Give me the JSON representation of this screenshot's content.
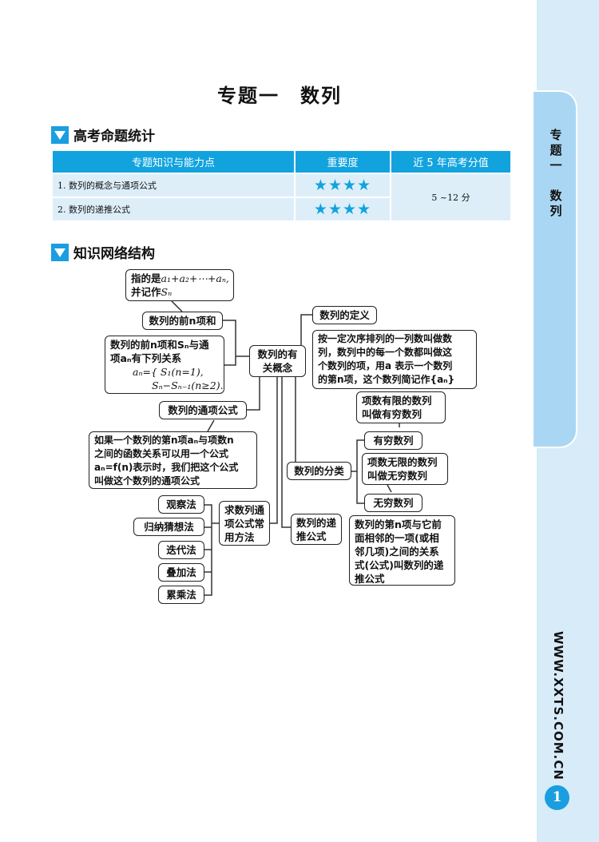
{
  "page_title": "专题一　数列",
  "side_tab": [
    "专",
    "题",
    "一",
    "",
    "数",
    "列"
  ],
  "website": "WWW.XXTS.COM.CN",
  "page_number": "1",
  "section1": {
    "heading": "高考命题统计",
    "headers": [
      "专题知识与能力点",
      "重要度",
      "近 5 年高考分值"
    ],
    "rows": [
      {
        "topic": "1. 数列的概念与通项公式",
        "stars": "★★★★",
        "rating": 4
      },
      {
        "topic": "2. 数列的递推公式",
        "stars": "★★★★",
        "rating": 4
      }
    ],
    "score": "5 ~12 分"
  },
  "section2": {
    "heading": "知识网络结构"
  },
  "map": {
    "sum_def_1": "指的是",
    "sum_def_formula": "a₁+a₂+⋯+aₙ,",
    "sum_def_2": "并记作",
    "sum_def_sym": "Sₙ",
    "partial_sum": "数列的前n项和",
    "relation_1": "数列的前n项和Sₙ与通",
    "relation_2": "项aₙ有下列关系",
    "relation_f1": "aₙ={ S₁(n=1),",
    "relation_f2": "Sₙ−Sₙ₋₁(n≥2).",
    "center": "数列的有关概念",
    "general_term": "数列的通项公式",
    "general_def": [
      "如果一个数列的第n项aₙ与项数n",
      "之间的函数关系可以用一个公式",
      "aₙ=f(n)表示时，我们把这个公式",
      "叫做这个数列的通项公式"
    ],
    "definition": "数列的定义",
    "definition_text": [
      "按一定次序排列的一列数叫做数",
      "列，数列中的每一个数都叫做这",
      "个数列的项，用a 表示一个数列",
      "的第n项，这个数列简记作{aₙ}"
    ],
    "finite_def": [
      "项数有限的数列",
      "叫做有穷数列"
    ],
    "finite": "有穷数列",
    "infinite_def": [
      "项数无限的数列",
      "叫做无穷数列"
    ],
    "infinite": "无穷数列",
    "classification": "数列的分类",
    "recursive": [
      "数列的递",
      "推公式"
    ],
    "recursive_def": [
      "数列的第n项与它前",
      "面相邻的一项(或相",
      "邻几项)之间的关系",
      "式(公式)叫数列的递",
      "推公式"
    ],
    "methods_title": [
      "求数列通",
      "项公式常",
      "用方法"
    ],
    "methods": [
      "观察法",
      "归纳猜想法",
      "迭代法",
      "叠加法",
      "累乘法"
    ]
  }
}
